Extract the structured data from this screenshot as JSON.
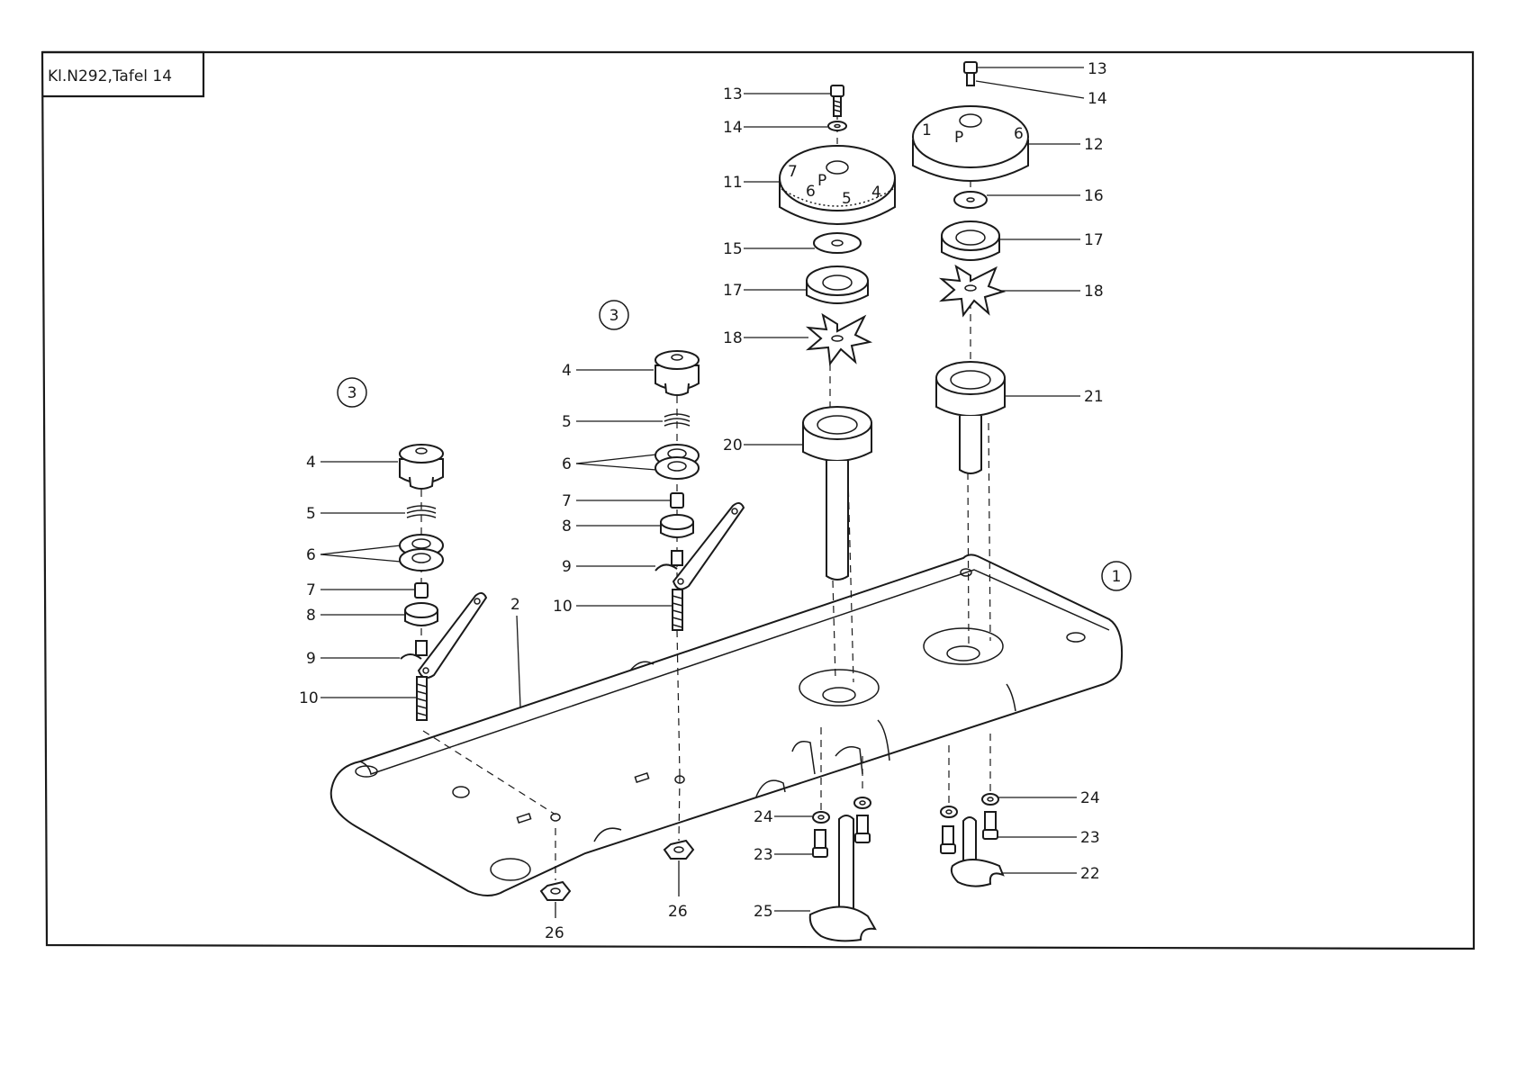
{
  "title": "Kl.N292,Tafel 14",
  "circles": [
    "3",
    "3",
    "1"
  ],
  "labels": {
    "c1_4": "4",
    "c1_5": "5",
    "c1_6": "6",
    "c1_7": "7",
    "c1_8": "8",
    "c1_9": "9",
    "c1_10": "10",
    "c2_4": "4",
    "c2_5": "5",
    "c2_6": "6",
    "c2_7": "7",
    "c2_8": "8",
    "c2_9": "9",
    "c2_10": "10",
    "base_2": "2",
    "d1_13": "13",
    "d1_14": "14",
    "d1_11": "11",
    "d1_15": "15",
    "d1_17": "17",
    "d1_18": "18",
    "d1_20": "20",
    "d2_13": "13",
    "d2_14": "14",
    "d2_12": "12",
    "d2_16": "16",
    "d2_17": "17",
    "d2_18": "18",
    "d2_21": "21",
    "r_24": "24",
    "r_23": "23",
    "r_22": "22",
    "l_24": "24",
    "l_23": "23",
    "l_25": "25",
    "n_26a": "26",
    "n_26b": "26"
  },
  "dial11": {
    "nums": [
      "7",
      "6",
      "5",
      "4",
      "P"
    ]
  },
  "dial12": {
    "nums": [
      "1",
      "P",
      "6"
    ]
  }
}
